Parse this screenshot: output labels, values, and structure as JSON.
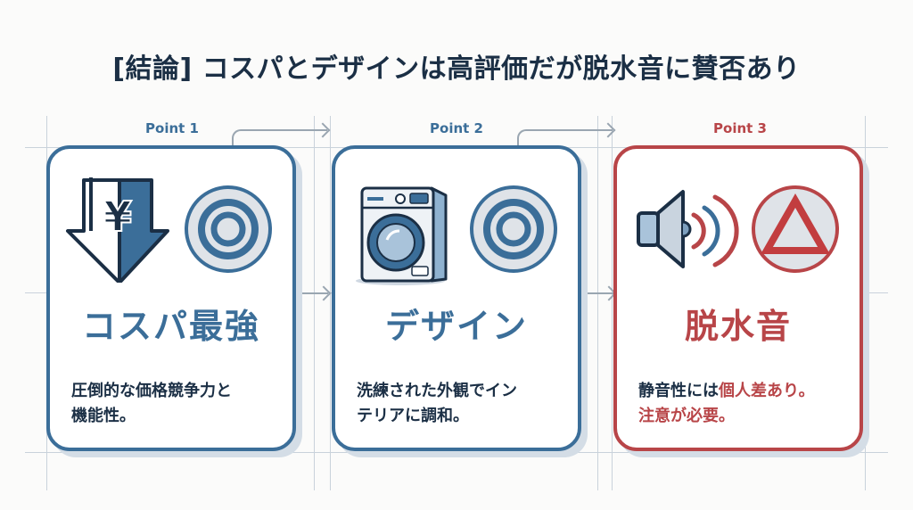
{
  "title": "[結論] コスパとデザインは高評価だが脱水音に賛否あり",
  "colors": {
    "blue": "#3b6e99",
    "red": "#b84548",
    "navy": "#1b2f45",
    "grid": "#c9d2db",
    "badge_fill": "#dfe3e8"
  },
  "points": [
    {
      "label": "Point 1",
      "icon": "yen-down-arrow-icon",
      "badge": "double-circle-icon",
      "heading": "コスパ最強",
      "desc_line1": "圧倒的な価格競争力と",
      "desc_line2": "機能性。"
    },
    {
      "label": "Point 2",
      "icon": "washing-machine-icon",
      "badge": "double-circle-icon",
      "heading": "デザイン",
      "desc_line1": "洗練された外観でイン",
      "desc_line2": "テリアに調和。"
    },
    {
      "label": "Point 3",
      "icon": "speaker-sound-icon",
      "badge": "triangle-icon",
      "heading": "脱水音",
      "desc_part1": "静音性には",
      "desc_part2": "個人差あり。",
      "desc_line2": "注意が必要。"
    }
  ]
}
